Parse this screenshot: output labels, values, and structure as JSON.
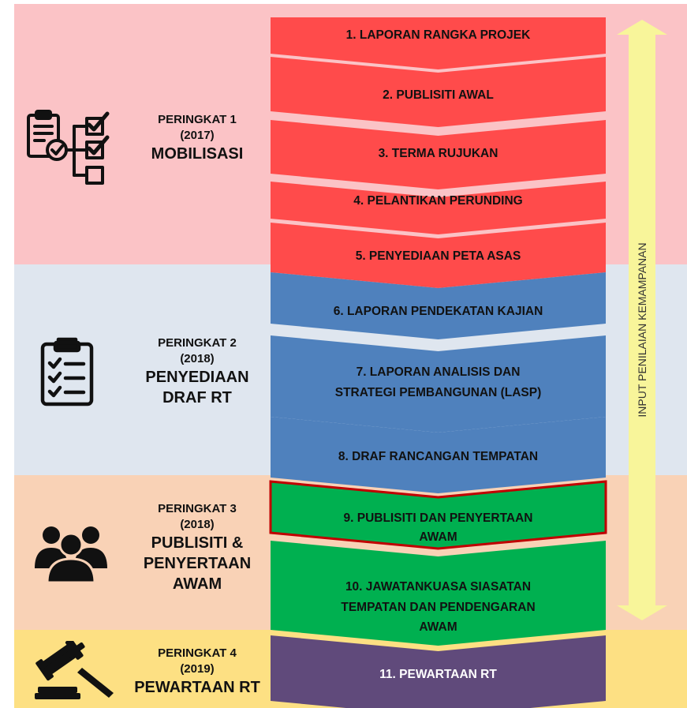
{
  "colors": {
    "band1": "#fbc3c6",
    "band2": "#dfe6ef",
    "band3": "#f9d2b6",
    "band4": "#fde083",
    "red": "#ff4b4b",
    "blue": "#4f81bd",
    "green": "#00b050",
    "purple": "#604a7b",
    "highlight_border": "#c00000",
    "side_arrow": "#f8f59a"
  },
  "phases": [
    {
      "label": "PERINGKAT 1",
      "year": "(2017)",
      "name_lines": [
        "MOBILISASI"
      ],
      "icon": "checklist-icon"
    },
    {
      "label": "PERINGKAT 2",
      "year": "(2018)",
      "name_lines": [
        "PENYEDIAAN",
        "DRAF RT"
      ],
      "icon": "clipboard-icon"
    },
    {
      "label": "PERINGKAT 3",
      "year": "(2018)",
      "name_lines": [
        "PUBLISITI &",
        "PENYERTAAN",
        "AWAM"
      ],
      "icon": "people-icon"
    },
    {
      "label": "PERINGKAT 4",
      "year": "(2019)",
      "name_lines": [
        "PEWARTAAN RT"
      ],
      "icon": "gavel-icon"
    }
  ],
  "steps": [
    {
      "lines": [
        "1. LAPORAN RANGKA PROJEK"
      ],
      "color": "red"
    },
    {
      "lines": [
        "2. PUBLISITI AWAL"
      ],
      "color": "red"
    },
    {
      "lines": [
        "3. TERMA RUJUKAN"
      ],
      "color": "red"
    },
    {
      "lines": [
        "4. PELANTIKAN PERUNDING"
      ],
      "color": "red"
    },
    {
      "lines": [
        "5. PENYEDIAAN PETA ASAS"
      ],
      "color": "red"
    },
    {
      "lines": [
        "6. LAPORAN PENDEKATAN KAJIAN"
      ],
      "color": "blue"
    },
    {
      "lines": [
        "7. LAPORAN ANALISIS DAN",
        "STRATEGI PEMBANGUNAN (LASP)"
      ],
      "color": "blue"
    },
    {
      "lines": [
        "8. DRAF RANCANGAN TEMPATAN"
      ],
      "color": "blue"
    },
    {
      "lines": [
        "9. PUBLISITI DAN PENYERTAAN",
        "AWAM"
      ],
      "color": "green",
      "highlighted": true
    },
    {
      "lines": [
        "10. JAWATANKUASA SIASATAN",
        "TEMPATAN DAN PENDENGARAN",
        "AWAM"
      ],
      "color": "green"
    },
    {
      "lines": [
        "11. PEWARTAAN RT"
      ],
      "color": "purple"
    }
  ],
  "side_arrow": {
    "label": "INPUT PENILAIAN KEMAMPANAN"
  }
}
